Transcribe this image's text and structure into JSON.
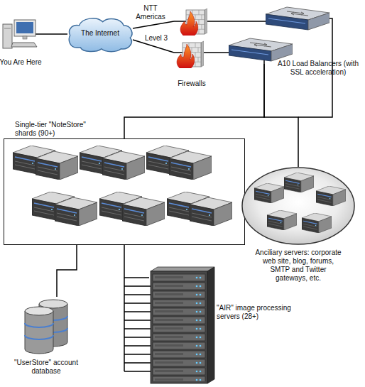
{
  "diagram": {
    "nodes": [
      {
        "text": [
          "You Are Here"
        ]
      },
      {
        "text": [
          "The Internet"
        ]
      },
      {
        "text": [
          "Firewalls"
        ]
      },
      {
        "text": [
          "A10 Load Balancers (with SSL acceleration)"
        ]
      },
      {
        "text": [
          "Single-tier \"NoteStore\" shards (90+)"
        ]
      },
      {
        "text": [
          "Anciliary servers: corporate web site, blog, forums, SMTP and Twitter gateways, etc."
        ]
      },
      {
        "text": [
          "\"UserStore\" account database"
        ]
      },
      {
        "text": [
          "\"AIR\" image processing servers (28+)"
        ]
      }
    ],
    "edges": [
      {
        "from": 0,
        "to": 1,
        "arrow": "none"
      },
      {
        "from": 1,
        "to": 2,
        "label": "NTT Americas",
        "arrow": "none"
      },
      {
        "from": 1,
        "to": 2,
        "label": "Level 3",
        "arrow": "none"
      },
      {
        "from": 2,
        "to": 3,
        "arrow": "none"
      },
      {
        "from": 2,
        "to": 3,
        "arrow": "none"
      },
      {
        "from": 3,
        "to": 4,
        "arrow": "none"
      },
      {
        "from": 3,
        "to": 5,
        "arrow": "none"
      },
      {
        "from": 4,
        "to": 6,
        "arrow": "none"
      },
      {
        "from": 4,
        "to": 7,
        "arrow": "none"
      }
    ]
  }
}
